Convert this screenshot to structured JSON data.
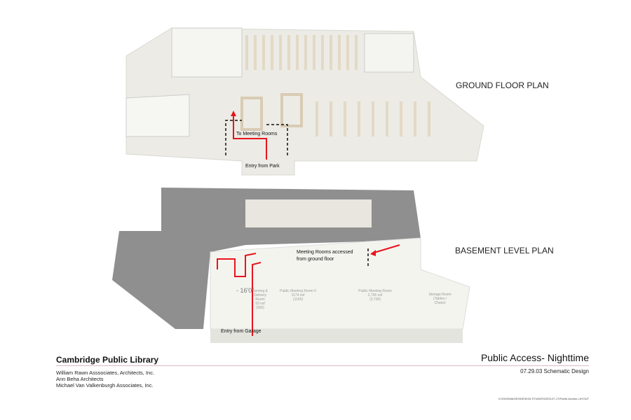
{
  "ground_floor": {
    "heading": "GROUND FLOOR PLAN",
    "annotations": [
      "To Meeting Rooms",
      "Entry from Park"
    ]
  },
  "basement": {
    "heading": "BASEMENT LEVEL PLAN",
    "annotations": [
      "Meeting Rooms accessed from ground floor",
      "Entry from Garage",
      "- 16'0\""
    ],
    "rooms": [
      {
        "name": "Public Meeting Room II",
        "area": "1174 nsf",
        "prog": "(1150)"
      },
      {
        "name": "Public Meeting Room",
        "area": "2,706 nsf",
        "prog": "(2,700)"
      },
      {
        "name": "Serving & Delivery Room",
        "area": "93 nsf",
        "prog": "(500)"
      },
      {
        "name": "Storage Room (Tables / Chairs)",
        "area": "",
        "prog": ""
      }
    ]
  },
  "footer": {
    "project": "Cambridge Public Library",
    "credits": [
      "William Rawn Asssociates, Architects, Inc.",
      "Ann Beha Architects",
      "Michael Van Valkenburgh Associates, Inc."
    ],
    "sheet_title": "Public Access- Nighttime",
    "phase": "07.29.03 Schematic Design",
    "file_path": "V:\\2010\\IMAGES\\DESIGN STUDIES\\2003-07-17\\Public Access LAYOUT"
  },
  "colors": {
    "route": "#e8141c",
    "model": "#f2f1ec",
    "shadow": "#8f8f8f"
  }
}
